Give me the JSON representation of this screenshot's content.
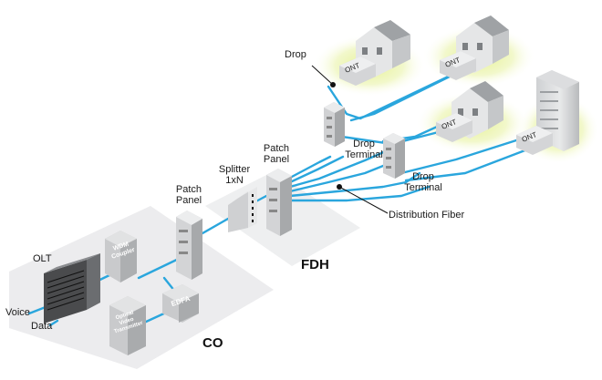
{
  "labels": {
    "drop": "Drop",
    "ont": "ONT",
    "drop_terminal_1": [
      "Drop",
      "Terminal"
    ],
    "drop_terminal_2": [
      "Drop",
      "Terminal"
    ],
    "patch_panel_fdh": [
      "Patch",
      "Panel"
    ],
    "patch_panel_co": [
      "Patch",
      "Panel"
    ],
    "splitter": [
      "Splitter",
      "1xN"
    ],
    "distribution_fiber": "Distribution Fiber",
    "fdh": "FDH",
    "co": "CO",
    "olt": "OLT",
    "voice": "Voice",
    "data": "Data",
    "wdm_coupler": [
      "WDM",
      "Coupler"
    ],
    "edfa": "EDFA",
    "optical_video_transmitter": [
      "Optical",
      "Video",
      "Transmitter"
    ]
  },
  "colors": {
    "fiber": "#2aa6dd",
    "glow": "#d6ea6a",
    "platform": "#e9eaec",
    "equipment": "#d6d7d9",
    "equipment_dark": "#a9abae"
  }
}
